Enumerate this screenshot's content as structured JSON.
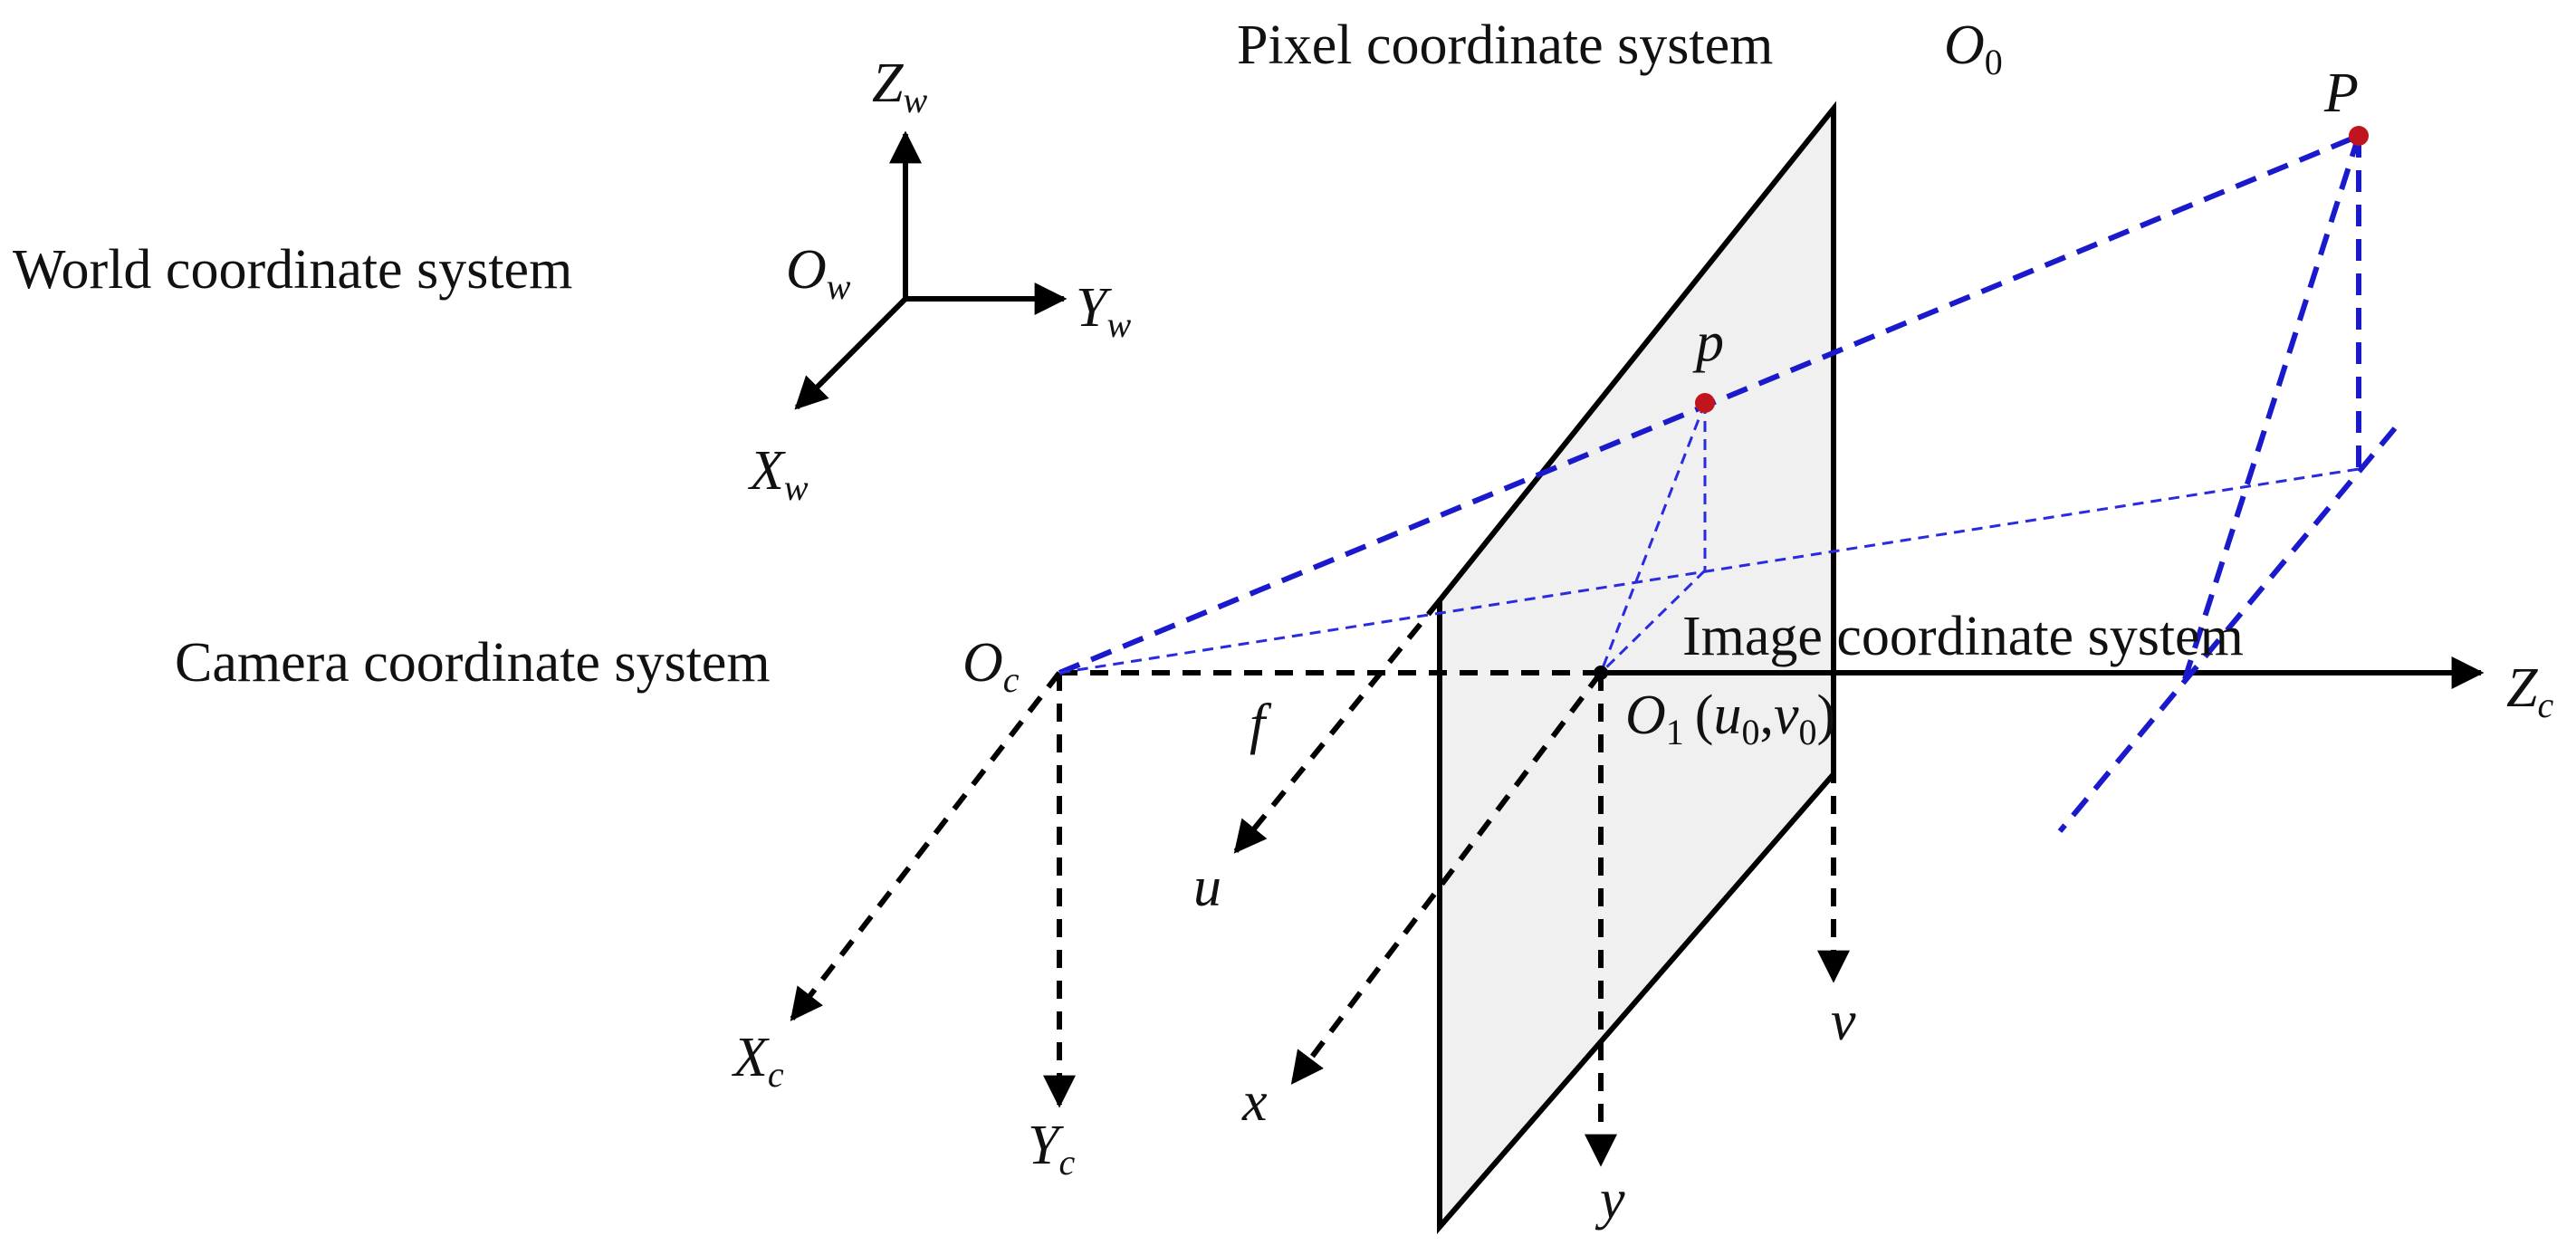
{
  "labels": {
    "world_system": "World coordinate system",
    "camera_system": "Camera coordinate system",
    "pixel_system": "Pixel coordinate system",
    "image_system": "Image coordinate system"
  },
  "axes": {
    "world": {
      "origin": {
        "main": "O",
        "sub": "w"
      },
      "z": {
        "main": "Z",
        "sub": "w"
      },
      "y": {
        "main": "Y",
        "sub": "w"
      },
      "x": {
        "main": "X",
        "sub": "w"
      }
    },
    "camera": {
      "origin": {
        "main": "O",
        "sub": "c"
      },
      "z": {
        "main": "Z",
        "sub": "c"
      },
      "x": {
        "main": "X",
        "sub": "c"
      },
      "y": {
        "main": "Y",
        "sub": "c"
      }
    },
    "pixel": {
      "origin": {
        "main": "O",
        "sub": "0"
      },
      "u": "u",
      "v": "v"
    },
    "image": {
      "origin": {
        "main": "O",
        "sub": "1"
      },
      "x": "x",
      "y": "y",
      "coords": {
        "open": "(",
        "u": "u",
        "u_sub": "0",
        "comma": ",",
        "v": "v",
        "v_sub": "0",
        "close": ")"
      }
    }
  },
  "points": {
    "world_point": "P",
    "image_point": "p"
  },
  "focal_length": "f",
  "colors": {
    "axis": "#000000",
    "projection": "#1a1acc",
    "point": "#c0141e",
    "plane_fill": "#f0f0f0"
  }
}
